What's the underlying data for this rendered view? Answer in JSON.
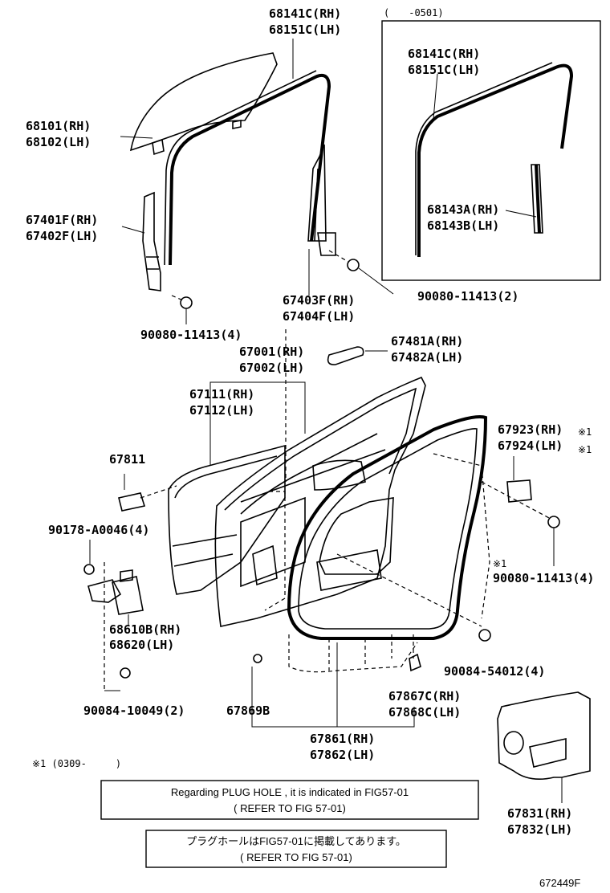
{
  "inset_note": "(　　-0501)",
  "labels": {
    "l68141c_rh": "68141C(RH)",
    "l68151c_lh": "68151C(LH)",
    "l68141c_rh_b": "68141C(RH)",
    "l68151c_lh_b": "68151C(LH)",
    "l68143a_rh": "68143A(RH)",
    "l68143b_lh": "68143B(LH)",
    "l68101_rh": "68101(RH)",
    "l68102_lh": "68102(LH)",
    "l67401f_rh": "67401F(RH)",
    "l67402f_lh": "67402F(LH)",
    "l90080_2": "90080-11413(2)",
    "l67403f_rh": "67403F(RH)",
    "l67404f_lh": "67404F(LH)",
    "l90080_4a": "90080-11413(4)",
    "l67481a_rh": "67481A(RH)",
    "l67482a_lh": "67482A(LH)",
    "l67001_rh": "67001(RH)",
    "l67002_lh": "67002(LH)",
    "l67111_rh": "67111(RH)",
    "l67112_lh": "67112(LH)",
    "l67923_rh": "67923(RH)",
    "l67924_lh": "67924(LH)",
    "star1_a": "※1",
    "star1_b": "※1",
    "l67811": "67811",
    "l90178": "90178-A0046(4)",
    "star1_c": "※1",
    "l90080_4b": "90080-11413(4)",
    "l68610b_rh": "68610B(RH)",
    "l68620_lh": "68620(LH)",
    "l90084_54012": "90084-54012(4)",
    "l67867c_rh": "67867C(RH)",
    "l67868c_lh": "67868C(LH)",
    "l90084_10049": "90084-10049(2)",
    "l67869b": "67869B",
    "l67861_rh": "67861(RH)",
    "l67862_lh": "67862(LH)",
    "l67831_rh": "67831(RH)",
    "l67832_lh": "67832(LH)"
  },
  "footnote": "※1 (0309-　　　)",
  "note_en": {
    "line1": "Regarding PLUG HOLE , it is indicated in FIG57-01",
    "line2": "( REFER TO FIG 57-01)"
  },
  "note_jp": {
    "line1": "プラグホールはFIG57-01に掲載してあります。",
    "line2": "( REFER TO FIG 57-01)"
  },
  "figure_id": "672449F"
}
